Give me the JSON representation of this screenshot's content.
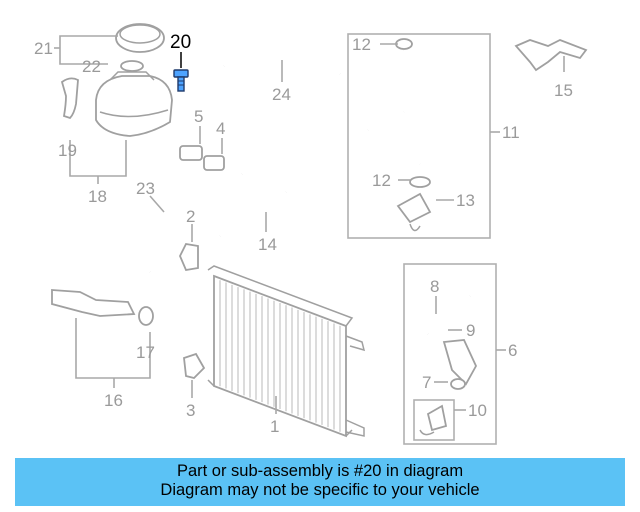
{
  "callouts": {
    "c1": "1",
    "c2": "2",
    "c3": "3",
    "c4": "4",
    "c5": "5",
    "c6": "6",
    "c7": "7",
    "c8": "8",
    "c9": "9",
    "c10": "10",
    "c11": "11",
    "c12a": "12",
    "c12b": "12",
    "c13": "13",
    "c14": "14",
    "c15": "15",
    "c16": "16",
    "c17": "17",
    "c18": "18",
    "c19": "19",
    "c20": "20",
    "c21": "21",
    "c22": "22",
    "c23": "23",
    "c24": "24"
  },
  "highlight_color": "#4da3ff",
  "banner": {
    "line1": "Part or sub-assembly is #20 in diagram",
    "line2": "Diagram may not be specific to your vehicle",
    "background": "#5bc2f5"
  }
}
